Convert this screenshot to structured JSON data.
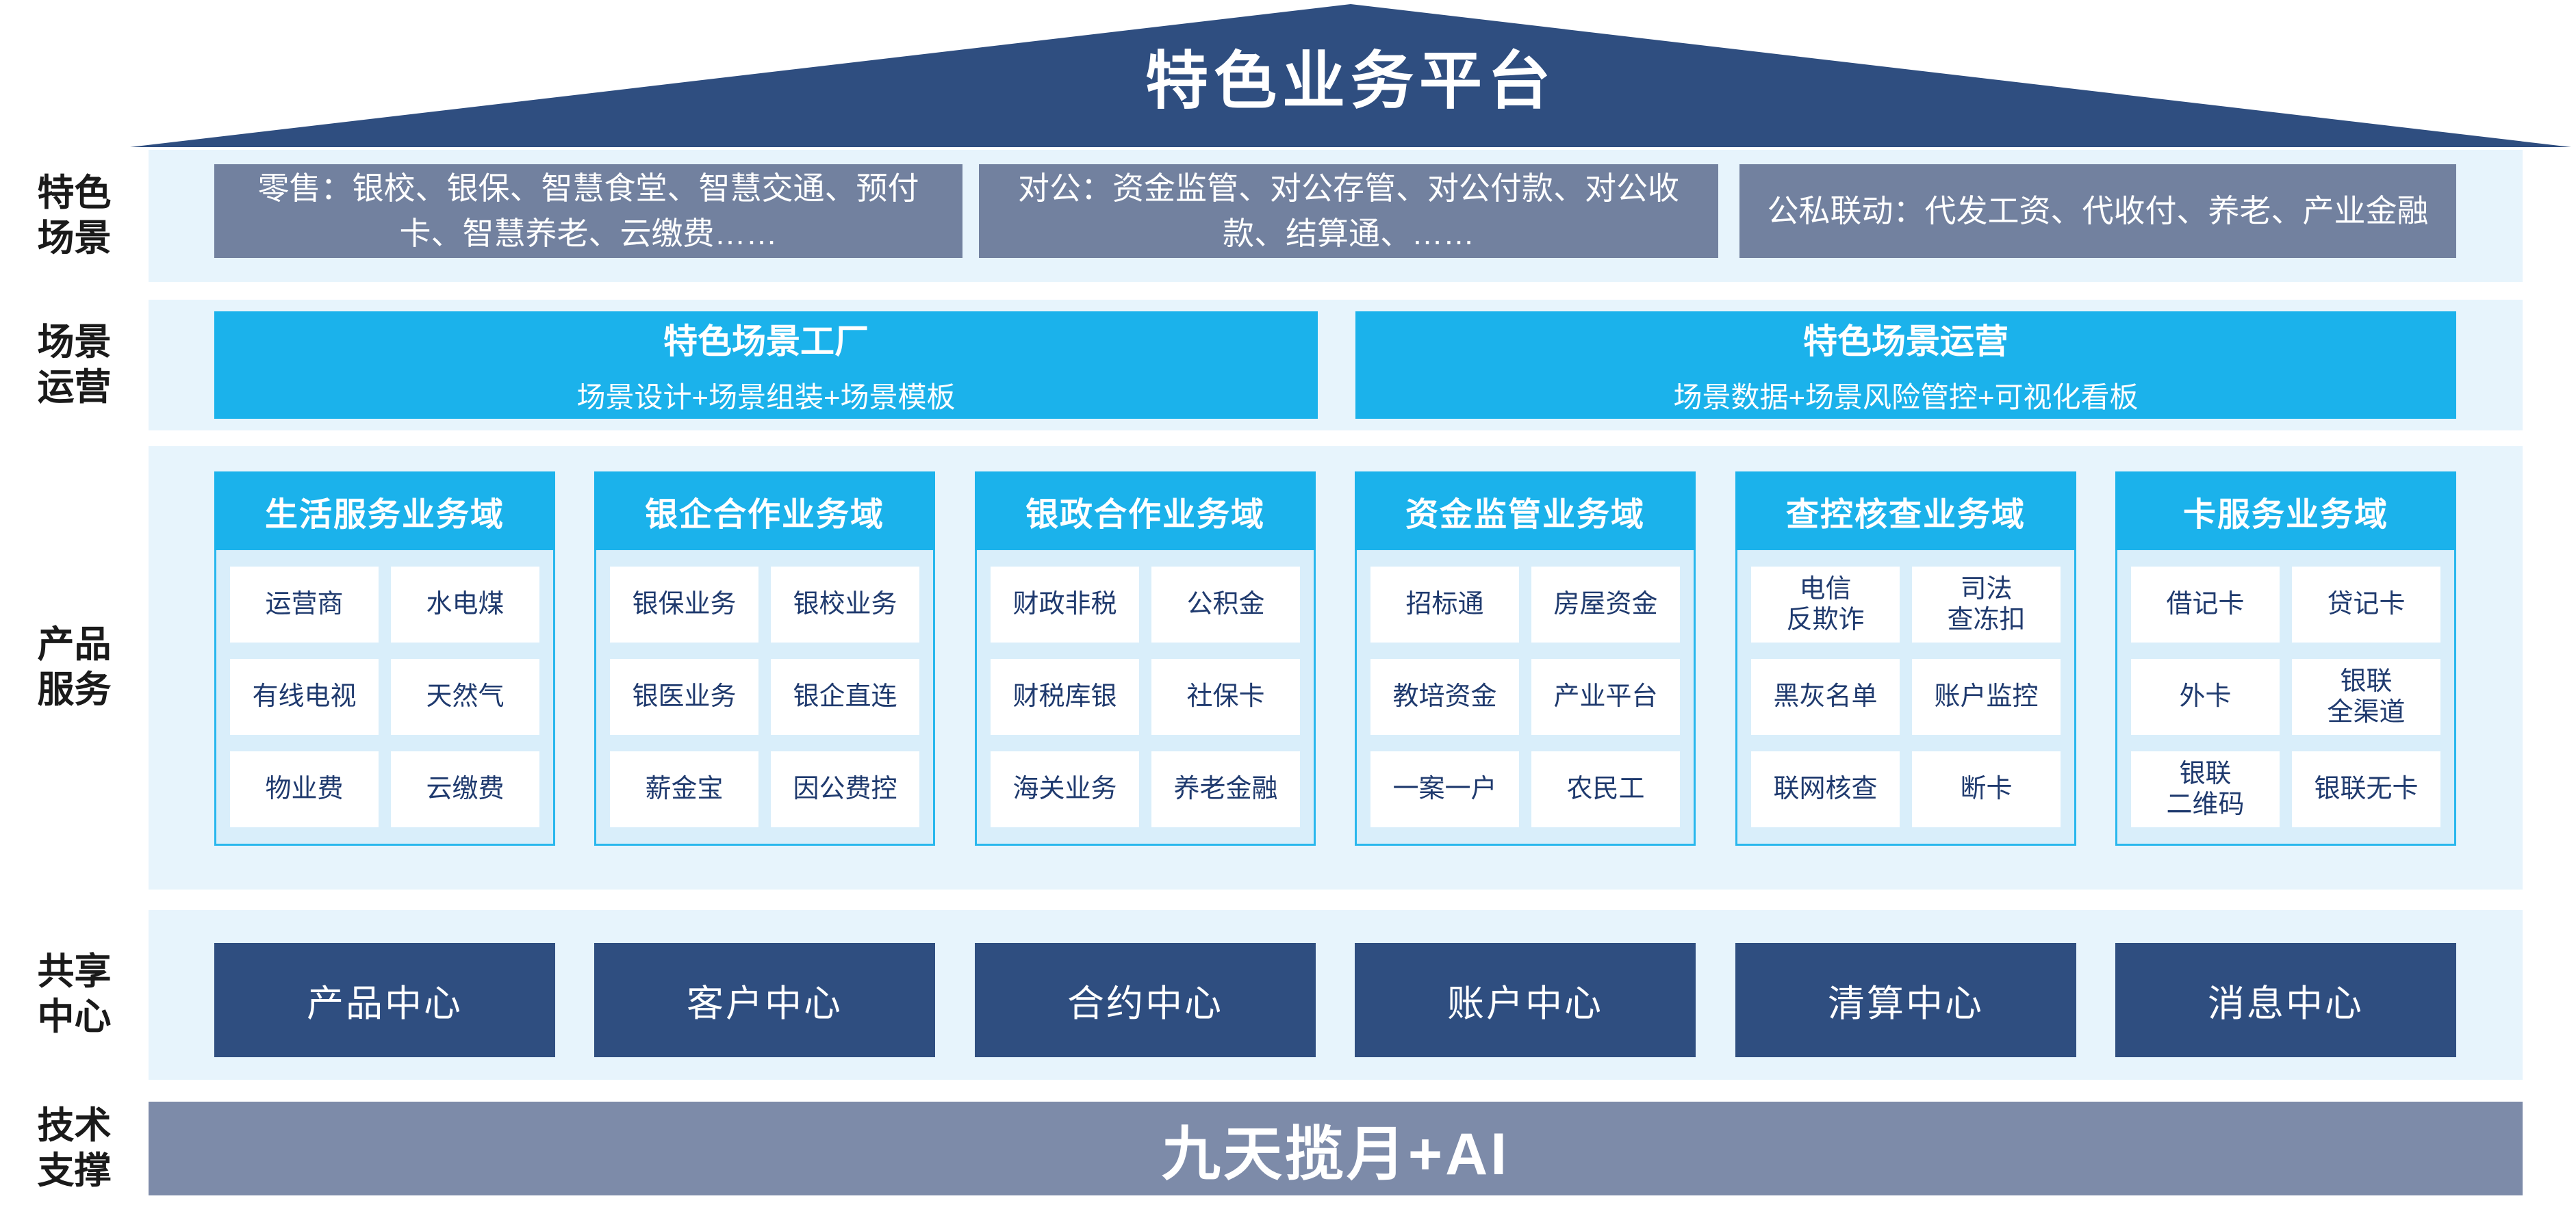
{
  "roof": {
    "title": "特色业务平台"
  },
  "side_labels": [
    {
      "label": "特色\n场景"
    },
    {
      "label": "场景\n运营"
    },
    {
      "label": "产品\n服务"
    },
    {
      "label": "共享\n中心"
    },
    {
      "label": "技术\n支撑"
    }
  ],
  "scene_row": {
    "boxes": [
      "零售：银校、银保、智慧食堂、智慧交通、预付卡、智慧养老、云缴费……",
      "对公：资金监管、对公存管、对公付款、对公收款、结算通、……",
      "公私联动：代发工资、代收付、养老、产业金融"
    ]
  },
  "ops_row": {
    "boxes": [
      {
        "title": "特色场景工厂",
        "subtitle": "场景设计+场景组装+场景模板"
      },
      {
        "title": "特色场景运营",
        "subtitle": "场景数据+场景风险管控+可视化看板"
      }
    ]
  },
  "product_row": {
    "domains": [
      {
        "header": "生活服务业务域",
        "cells": [
          "运营商",
          "水电煤",
          "有线电视",
          "天然气",
          "物业费",
          "云缴费"
        ]
      },
      {
        "header": "银企合作业务域",
        "cells": [
          "银保业务",
          "银校业务",
          "银医业务",
          "银企直连",
          "薪金宝",
          "因公费控"
        ]
      },
      {
        "header": "银政合作业务域",
        "cells": [
          "财政非税",
          "公积金",
          "财税库银",
          "社保卡",
          "海关业务",
          "养老金融"
        ]
      },
      {
        "header": "资金监管业务域",
        "cells": [
          "招标通",
          "房屋资金",
          "教培资金",
          "产业平台",
          "一案一户",
          "农民工"
        ]
      },
      {
        "header": "查控核查业务域",
        "cells": [
          "电信\n反欺诈",
          "司法\n查冻扣",
          "黑灰名单",
          "账户监控",
          "联网核查",
          "断卡"
        ]
      },
      {
        "header": "卡服务业务域",
        "cells": [
          "借记卡",
          "贷记卡",
          "外卡",
          "银联\n全渠道",
          "银联\n二维码",
          "银联无卡"
        ]
      }
    ]
  },
  "share_row": {
    "centers": [
      "产品中心",
      "客户中心",
      "合约中心",
      "账户中心",
      "清算中心",
      "消息中心"
    ]
  },
  "tech_row": {
    "label": "九天揽月+AI"
  },
  "colors": {
    "navy": "#2F4E80",
    "slate": "#72819F",
    "cyan": "#1BB2EB",
    "panel_border": "#29B7ED",
    "band_bg": "#E7F4FC",
    "panel_bg": "#D9EEFA",
    "cell_text": "#1F3A6E",
    "tech_bar": "#7D8BA9"
  }
}
